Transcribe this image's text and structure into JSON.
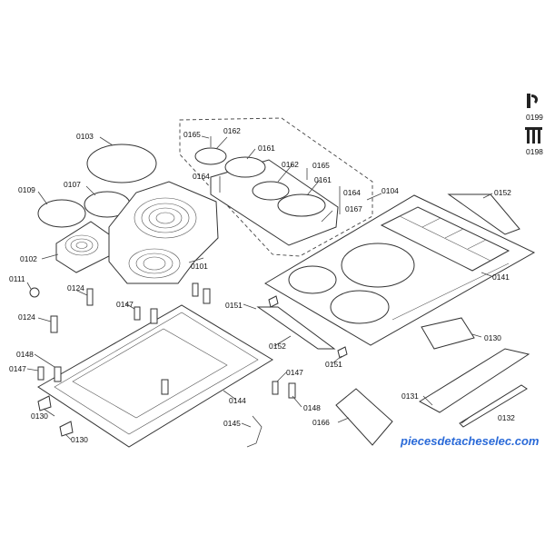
{
  "diagram": {
    "labels": {
      "p0103": "0103",
      "p0107": "0107",
      "p0109": "0109",
      "p0102": "0102",
      "p0101": "0101",
      "p0165a": "0165",
      "p0162a": "0162",
      "p0161a": "0161",
      "p0164a": "0164",
      "p0162b": "0162",
      "p0165b": "0165",
      "p0161b": "0161",
      "p0164b": "0164",
      "p0167": "0167",
      "p0104": "0104",
      "p0152a": "0152",
      "p0141": "0141",
      "p0111": "0111",
      "p0124a": "0124",
      "p0124b": "0124",
      "p0147a": "0147",
      "p0151a": "0151",
      "p0148a": "0148",
      "p0147b": "0147",
      "p0152b": "0152",
      "p0151b": "0151",
      "p0130a": "0130",
      "p0147c": "0147",
      "p0148b": "0148",
      "p0144": "0144",
      "p0166": "0166",
      "p0131": "0131",
      "p0132": "0132",
      "p0145": "0145",
      "p0130b": "0130",
      "p0130c": "0130",
      "p0199": "0199",
      "p0198": "0198"
    },
    "watermark": "piecesdetacheselec.com"
  }
}
